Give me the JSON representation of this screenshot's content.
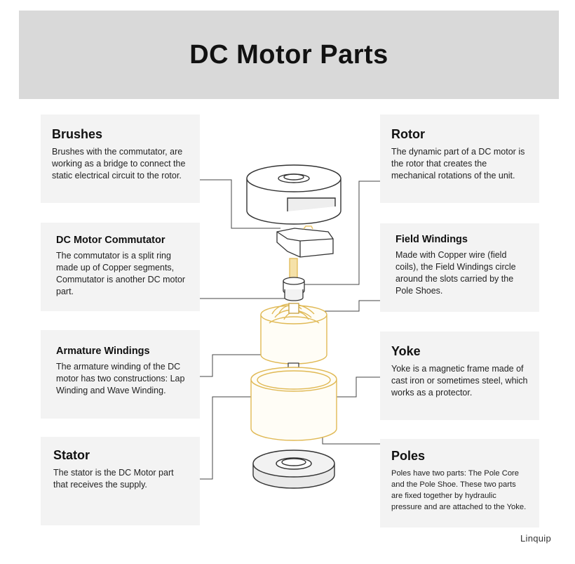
{
  "title": "DC Motor Parts",
  "logo": "Linquip",
  "parts": {
    "brushes": {
      "title": "Brushes",
      "text": "Brushes with the commutator, are working as a bridge to connect the static electrical circuit to the rotor."
    },
    "commutator": {
      "title": "DC Motor Commutator",
      "text": "The commutator is a split ring made up of Copper segments, Commutator is another DC motor part."
    },
    "armature": {
      "title": "Armature Windings",
      "text": "The armature winding of the DC motor has two constructions: Lap Winding and Wave Winding."
    },
    "stator": {
      "title": "Stator",
      "text": "The stator is the DC Motor part that receives the supply."
    },
    "rotor": {
      "title": "Rotor",
      "text": "The dynamic part of a DC motor is the rotor that creates the mechanical rotations of the unit."
    },
    "field": {
      "title": "Field Windings",
      "text": "Made with Copper wire (field coils), the Field Windings circle around the slots carried by the Pole Shoes."
    },
    "yoke": {
      "title": "Yoke",
      "text": "Yoke is a magnetic frame made of cast iron or sometimes steel, which works as a protector."
    },
    "poles": {
      "title": "Poles",
      "text": "Poles have two parts: The Pole Core and the Pole Shoe. These two parts are fixed together by hydraulic pressure and are attached to the Yoke."
    }
  },
  "colors": {
    "header_bg": "#d9d9d9",
    "card_bg": "#f3f3f3",
    "accent": "#e8c46a",
    "line": "#444444"
  }
}
